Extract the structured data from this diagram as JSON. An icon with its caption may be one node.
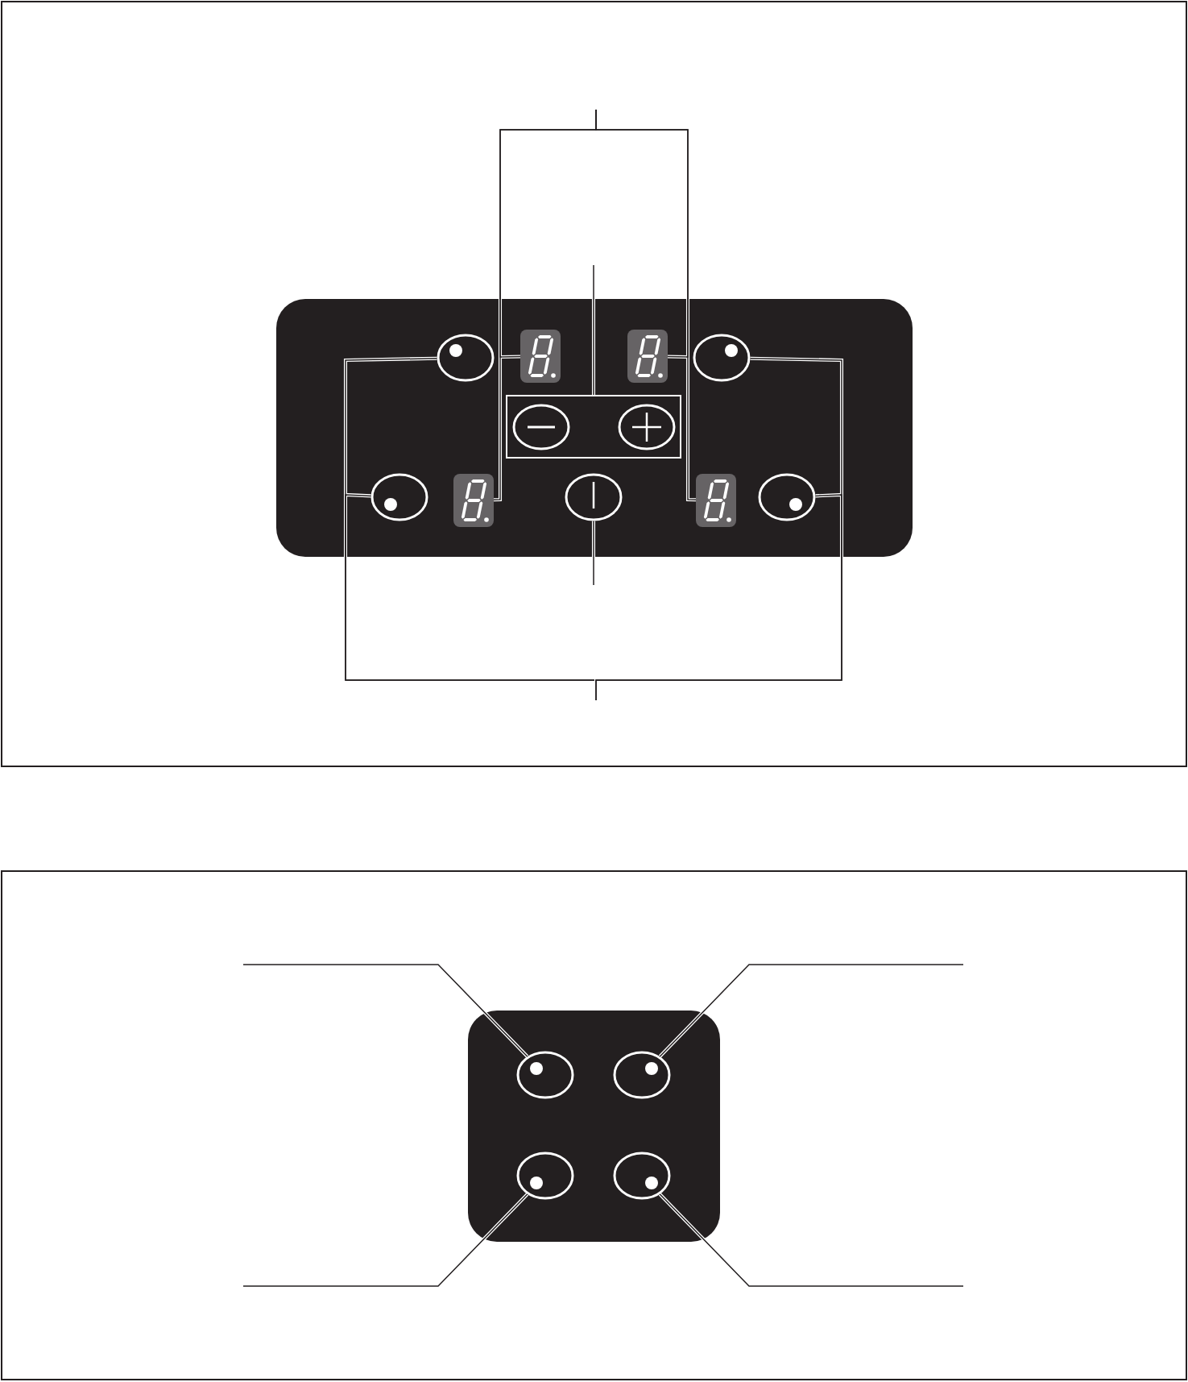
{
  "diagram": {
    "nodes": [
      {
        "text": [],
        "shape": "box"
      },
      {
        "text": [],
        "shape": "circle",
        "in": 0
      },
      {
        "text": [],
        "shape": "box",
        "in": 0
      },
      {
        "text": [],
        "shape": "box",
        "in": 0
      },
      {
        "text": [],
        "shape": "circle",
        "in": 0
      },
      {
        "text": [],
        "shape": "box",
        "in": 0
      },
      {
        "text": [],
        "shape": "circle",
        "in": 5
      },
      {
        "text": [],
        "shape": "circle",
        "in": 5
      },
      {
        "text": [],
        "shape": "circle",
        "in": 0
      },
      {
        "text": [],
        "shape": "box",
        "in": 0
      },
      {
        "text": [],
        "shape": "circle",
        "in": 0
      },
      {
        "text": [],
        "shape": "box",
        "in": 0
      },
      {
        "text": [],
        "shape": "circle",
        "in": 0
      },
      {
        "text": [],
        "shape": "box"
      },
      {
        "text": [],
        "shape": "circle",
        "in": 13
      },
      {
        "text": [],
        "shape": "circle",
        "in": 13
      },
      {
        "text": [],
        "shape": "circle",
        "in": 13
      },
      {
        "text": [],
        "shape": "circle",
        "in": 13
      }
    ],
    "edges": [
      {
        "from": null,
        "to": 2,
        "arrow": "none"
      },
      {
        "from": null,
        "to": 3,
        "arrow": "none"
      },
      {
        "from": null,
        "to": 9,
        "arrow": "none"
      },
      {
        "from": null,
        "to": 11,
        "arrow": "none"
      },
      {
        "from": null,
        "to": 5,
        "arrow": "none"
      },
      {
        "from": null,
        "to": 10,
        "arrow": "none"
      },
      {
        "from": null,
        "to": 1,
        "arrow": "none"
      },
      {
        "from": null,
        "to": 4,
        "arrow": "none"
      },
      {
        "from": null,
        "to": 8,
        "arrow": "none"
      },
      {
        "from": null,
        "to": 12,
        "arrow": "none"
      },
      {
        "from": null,
        "to": 14,
        "arrow": "none"
      },
      {
        "from": null,
        "to": 15,
        "arrow": "none"
      },
      {
        "from": null,
        "to": 16,
        "arrow": "none"
      },
      {
        "from": null,
        "to": 17,
        "arrow": "none"
      }
    ]
  }
}
